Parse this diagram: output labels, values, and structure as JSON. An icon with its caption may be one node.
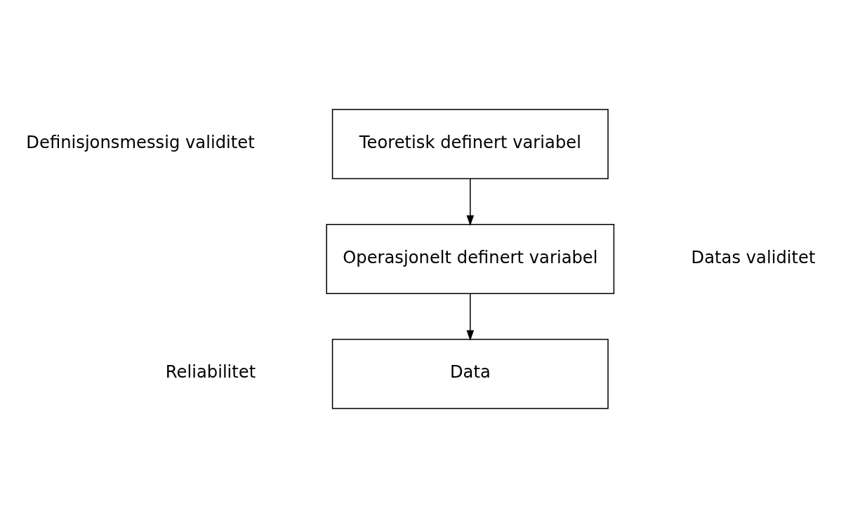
{
  "diagram": {
    "nodes": [
      {
        "text": [
          "Teoretisk definert variabel"
        ]
      },
      {
        "text": [
          "Operasjonelt definert variabel"
        ]
      },
      {
        "text": [
          "Data"
        ]
      }
    ],
    "edges": [
      {
        "from": 0,
        "to": 1,
        "arrow": "to"
      },
      {
        "from": 1,
        "to": 2,
        "arrow": "to"
      }
    ],
    "labels": [
      "Definisjonsmessig validitet",
      "Datas validitet",
      "Reliabilitet"
    ]
  }
}
